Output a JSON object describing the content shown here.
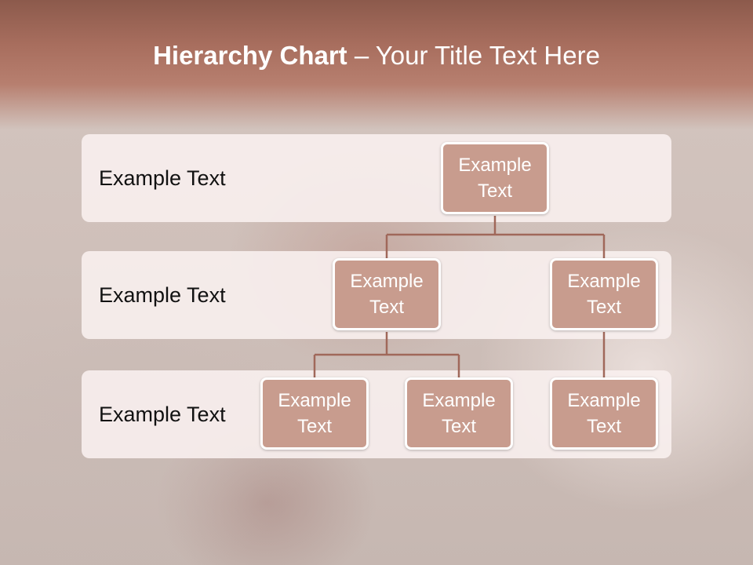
{
  "slide": {
    "title_bold": "Hierarchy Chart",
    "title_rest": " – Your Title Text Here"
  },
  "rows": [
    {
      "label": "Example Text"
    },
    {
      "label": "Example Text"
    },
    {
      "label": "Example Text"
    }
  ],
  "nodes": {
    "root": {
      "line1": "Example",
      "line2": "Text"
    },
    "level2_left": {
      "line1": "Example",
      "line2": "Text"
    },
    "level2_right": {
      "line1": "Example",
      "line2": "Text"
    },
    "level3_a": {
      "line1": "Example",
      "line2": "Text"
    },
    "level3_b": {
      "line1": "Example",
      "line2": "Text"
    },
    "level3_c": {
      "line1": "Example",
      "line2": "Text"
    }
  },
  "colors": {
    "node_fill": "#c89c8e",
    "connector": "#a0685a",
    "title_band": "#a86e5e"
  }
}
